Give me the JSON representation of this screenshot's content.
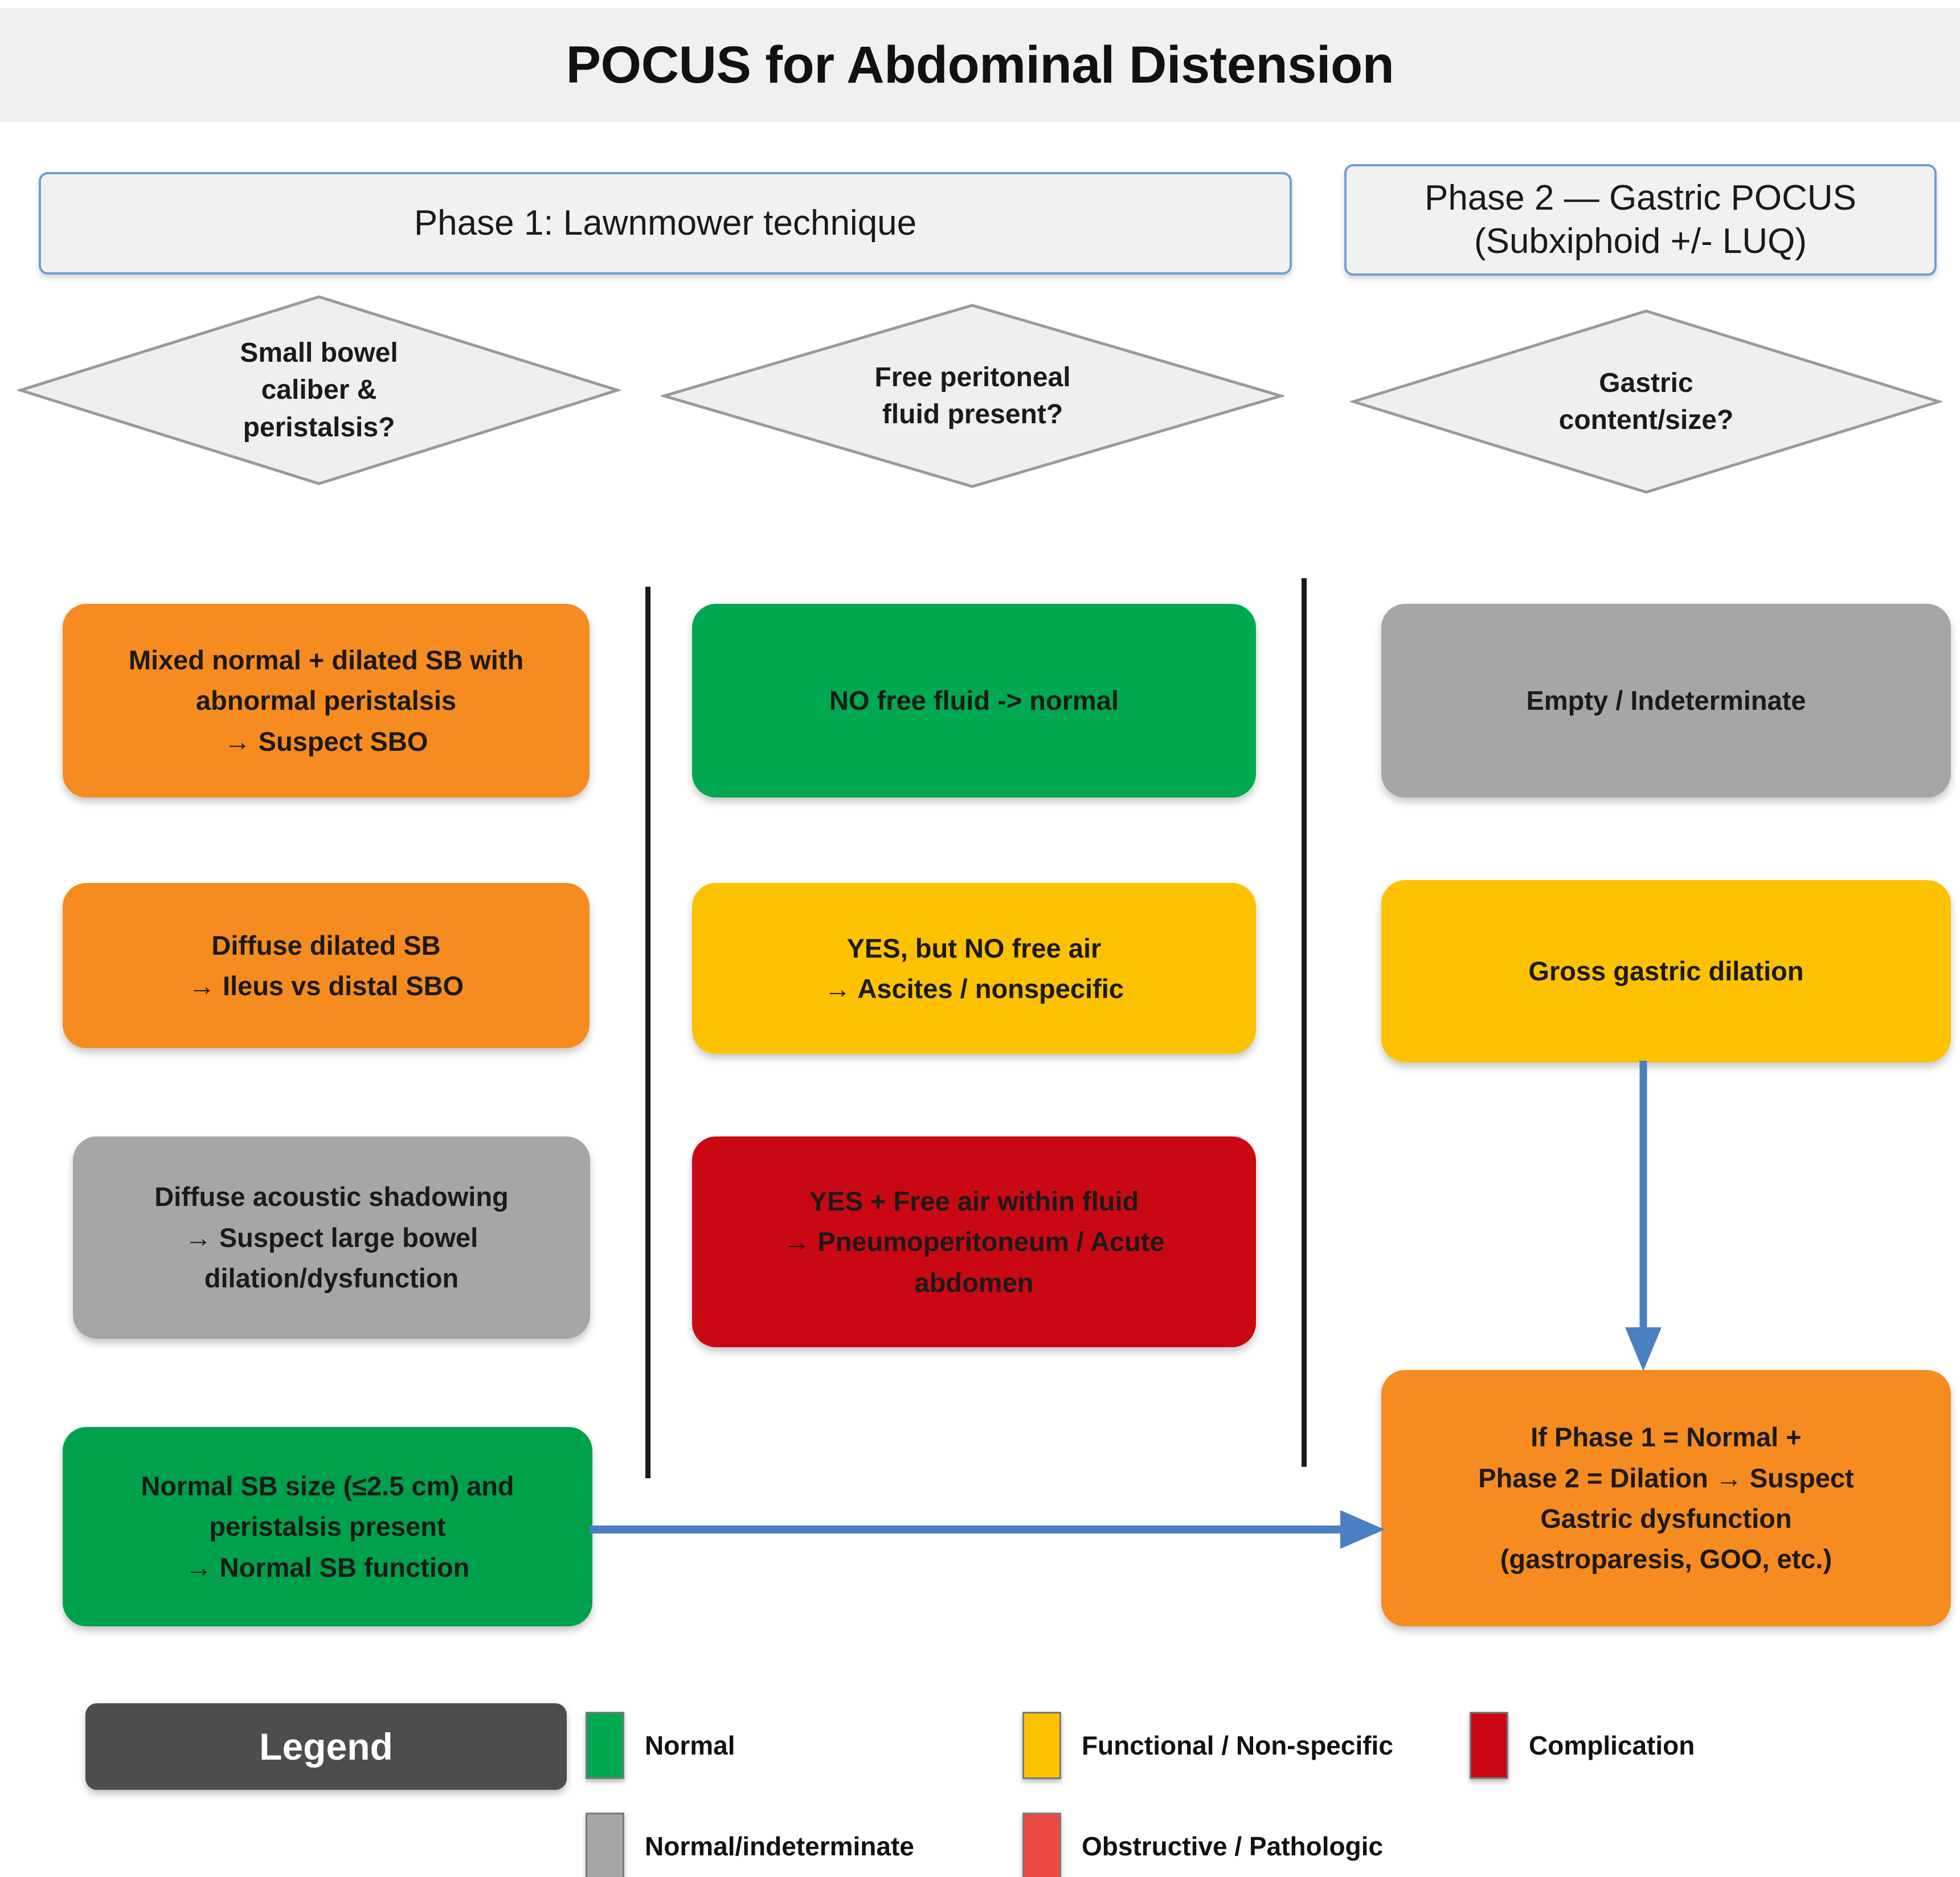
{
  "title": "POCUS for Abdominal Distension",
  "phases": [
    {
      "id": "phase-1",
      "header": "Phase 1: Lawnmower technique"
    },
    {
      "id": "phase-2",
      "header": "Phase 2 — Gastric POCUS\n(Subxiphoid +/- LUQ)"
    }
  ],
  "decisions": [
    {
      "id": "decision-small-bowel",
      "text": "Small bowel\ncaliber &\nperistalsis?"
    },
    {
      "id": "decision-free-fluid",
      "text": "Free peritoneal\nfluid present?"
    },
    {
      "id": "decision-gastric",
      "text": "Gastric\ncontent/size?"
    }
  ],
  "columns": [
    {
      "id": "column-small-bowel",
      "nodes": [
        {
          "id": "mixed-dilated-sb",
          "text": "Mixed normal + dilated SB with\nabnormal peristalsis\n→ Suspect SBO",
          "color": "#f68b1f",
          "category": "Obstructive / Pathologic"
        },
        {
          "id": "diffuse-dilated-sb",
          "text": "Diffuse dilated SB\n→ Ileus vs distal SBO",
          "color": "#f68b1f",
          "category": "Obstructive / Pathologic"
        },
        {
          "id": "diffuse-acoustic-shadowing",
          "text": "Diffuse acoustic shadowing\n→ Suspect large bowel\ndilation/dysfunction",
          "color": "#a6a6a6",
          "category": "Normal/indeterminate"
        },
        {
          "id": "normal-sb",
          "text": "Normal SB size (≤2.5 cm) and\nperistalsis present\n→ Normal SB function",
          "color": "#00a14b",
          "category": "Normal"
        }
      ]
    },
    {
      "id": "column-free-fluid",
      "nodes": [
        {
          "id": "no-free-fluid",
          "text": "NO free fluid -> normal",
          "color": "#00a94f",
          "category": "Normal"
        },
        {
          "id": "yes-no-free-air",
          "text": "YES, but NO free air\n→ Ascites / nonspecific",
          "color": "#fcc200",
          "category": "Functional / Non-specific"
        },
        {
          "id": "yes-free-air",
          "text": "YES + Free air within fluid\n→ Pneumoperitoneum / Acute\nabdomen",
          "color": "#ca0813",
          "category": "Complication"
        }
      ]
    },
    {
      "id": "column-gastric",
      "nodes": [
        {
          "id": "empty-indeterminate",
          "text": "Empty / Indeterminate",
          "color": "#a6a6a6",
          "category": "Normal/indeterminate"
        },
        {
          "id": "gross-gastric-dilation",
          "text": "Gross gastric dilation",
          "color": "#fcc200",
          "category": "Functional / Non-specific"
        },
        {
          "id": "gastric-dysfunction",
          "text": "If Phase 1 = Normal +\nPhase 2 = Dilation → Suspect\nGastric dysfunction\n(gastroparesis, GOO, etc.)",
          "color": "#f68b1f",
          "category": "Obstructive / Pathologic"
        }
      ]
    }
  ],
  "connectors": [
    {
      "id": "gastric-dilation-to-dysfunction",
      "direction": "down",
      "color": "#4a7fc1"
    },
    {
      "id": "normal-sb-to-gastric-dysfunction",
      "direction": "right",
      "color": "#4a7fc1"
    }
  ],
  "legend": {
    "title": "Legend",
    "items": [
      {
        "id": "legend-normal",
        "label": "Normal",
        "color": "#00a94f"
      },
      {
        "id": "legend-indeterminate",
        "label": "Normal/indeterminate",
        "color": "#a6a6a6"
      },
      {
        "id": "legend-functional",
        "label": "Functional / Non-specific",
        "color": "#fcc200"
      },
      {
        "id": "legend-obstructive",
        "label": "Obstructive / Pathologic",
        "color": "#ea4a42"
      },
      {
        "id": "legend-complication",
        "label": "Complication",
        "color": "#ca0813"
      }
    ]
  },
  "theme": {
    "accent_blue": "#6f9fd8",
    "arrow_blue": "#4a7fc1",
    "banner_gray": "#f0f0f0",
    "diamond_fill": "#efefef",
    "diamond_stroke": "#9a9a9a",
    "legend_pill": "#4d4d4d"
  }
}
